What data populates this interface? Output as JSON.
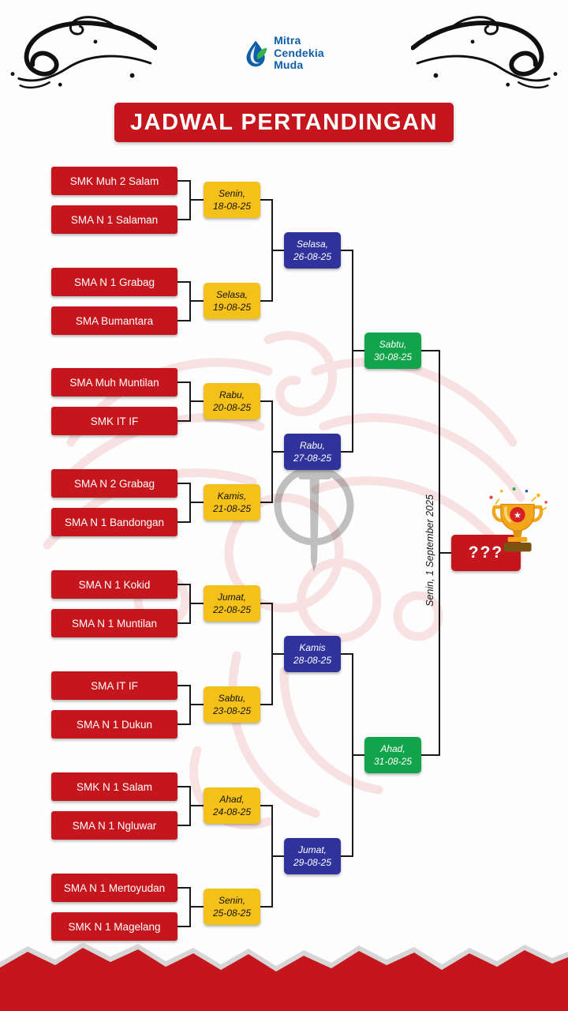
{
  "logo": {
    "name": "Mitra Cendekia Muda",
    "lines": [
      "Mitra",
      "Cendekia",
      "Muda"
    ]
  },
  "title": "JADWAL PERTANDINGAN",
  "teams": [
    "SMK Muh 2 Salam",
    "SMA N 1 Salaman",
    "SMA N 1 Grabag",
    "SMA Bumantara",
    "SMA Muh Muntilan",
    "SMK IT IF",
    "SMA N 2 Grabag",
    "SMA N 1 Bandongan",
    "SMA N 1 Kokid",
    "SMA N 1 Muntilan",
    "SMA IT IF",
    "SMA N 1 Dukun",
    "SMK N 1 Salam",
    "SMA N 1 Ngluwar",
    "SMA N 1 Mertoyudan",
    "SMK N 1 Magelang"
  ],
  "round1": [
    {
      "day": "Senin,",
      "date": "18-08-25"
    },
    {
      "day": "Selasa,",
      "date": "19-08-25"
    },
    {
      "day": "Rabu,",
      "date": "20-08-25"
    },
    {
      "day": "Kamis,",
      "date": "21-08-25"
    },
    {
      "day": "Jumat,",
      "date": "22-08-25"
    },
    {
      "day": "Sabtu,",
      "date": "23-08-25"
    },
    {
      "day": "Ahad,",
      "date": "24-08-25"
    },
    {
      "day": "Senin,",
      "date": "25-08-25"
    }
  ],
  "round2": [
    {
      "day": "Selasa,",
      "date": "26-08-25"
    },
    {
      "day": "Rabu,",
      "date": "27-08-25"
    },
    {
      "day": "Kamis",
      "date": "28-08-25"
    },
    {
      "day": "Jumat,",
      "date": "29-08-25"
    }
  ],
  "semifinals": [
    {
      "day": "Sabtu,",
      "date": "30-08-25"
    },
    {
      "day": "Ahad,",
      "date": "31-08-25"
    }
  ],
  "final": {
    "placeholder": "???",
    "date": "Senin, 1 September 2025"
  },
  "colors": {
    "red": "#c5161d",
    "yellow": "#f4c01a",
    "blue": "#30339c",
    "green": "#12a44b",
    "logo_blue": "#0e5fa8",
    "logo_green": "#36b24a"
  }
}
